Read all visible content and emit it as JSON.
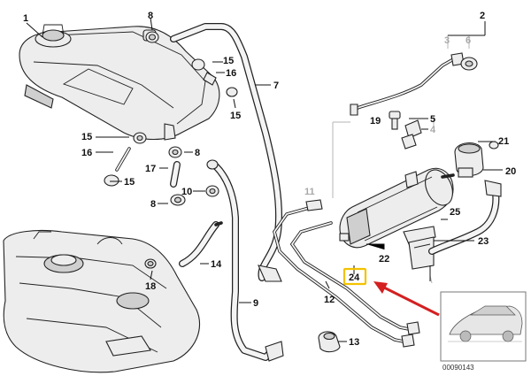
{
  "labels": {
    "l1": "1",
    "l2": "2",
    "l3": "3",
    "l4": "4",
    "l5": "5",
    "l6": "6",
    "l7": "7",
    "l8a": "8",
    "l8b": "8",
    "l8c": "8",
    "l9": "9",
    "l10": "10",
    "l11": "11",
    "l12": "12",
    "l13": "13",
    "l14": "14",
    "l15a": "15",
    "l15b": "15",
    "l15c": "15",
    "l15d": "15",
    "l16a": "16",
    "l16b": "16",
    "l17": "17",
    "l18": "18",
    "l19": "19",
    "l20": "20",
    "l21": "21",
    "l22": "22",
    "l23": "23",
    "l24": "24",
    "l25": "25"
  },
  "highlight": {
    "color": "#f2c200",
    "arrow_color": "#d42020"
  },
  "image_code": "00090143"
}
